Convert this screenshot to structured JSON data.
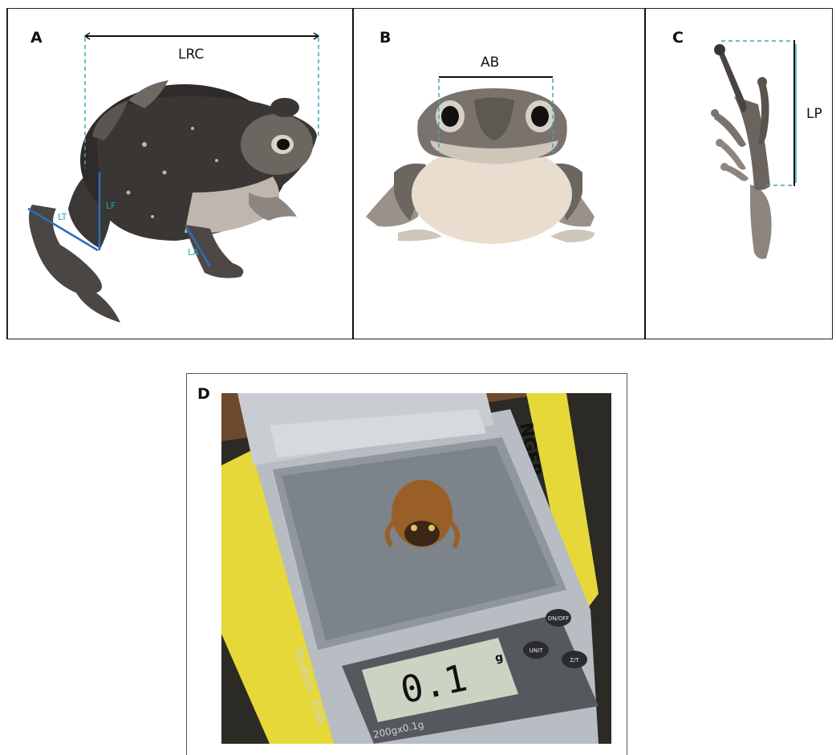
{
  "panels": {
    "a": {
      "letter": "A",
      "labels": {
        "lrc": "LRC",
        "lt": "LT",
        "lf": "LF",
        "la": "LA"
      }
    },
    "b": {
      "letter": "B",
      "labels": {
        "ab": "AB"
      }
    },
    "c": {
      "letter": "C",
      "labels": {
        "lp": "LP"
      }
    },
    "d": {
      "letter": "D",
      "scale_brand_fragment": "NGER",
      "scale_display": "0.1",
      "scale_unit": "g",
      "button_labels": [
        "ON/OFF",
        "UNIT",
        "Z/T"
      ],
      "model_text": "Modelo : EHA",
      "capacity_text": "200gx0.1g"
    }
  },
  "colors": {
    "measure_line": "#111111",
    "guide_dashed": "#3aa6b9",
    "limb_measure": "#2b6fb8",
    "scale_yellow": "#e6d838",
    "scale_silver": "#b7bdc3"
  }
}
